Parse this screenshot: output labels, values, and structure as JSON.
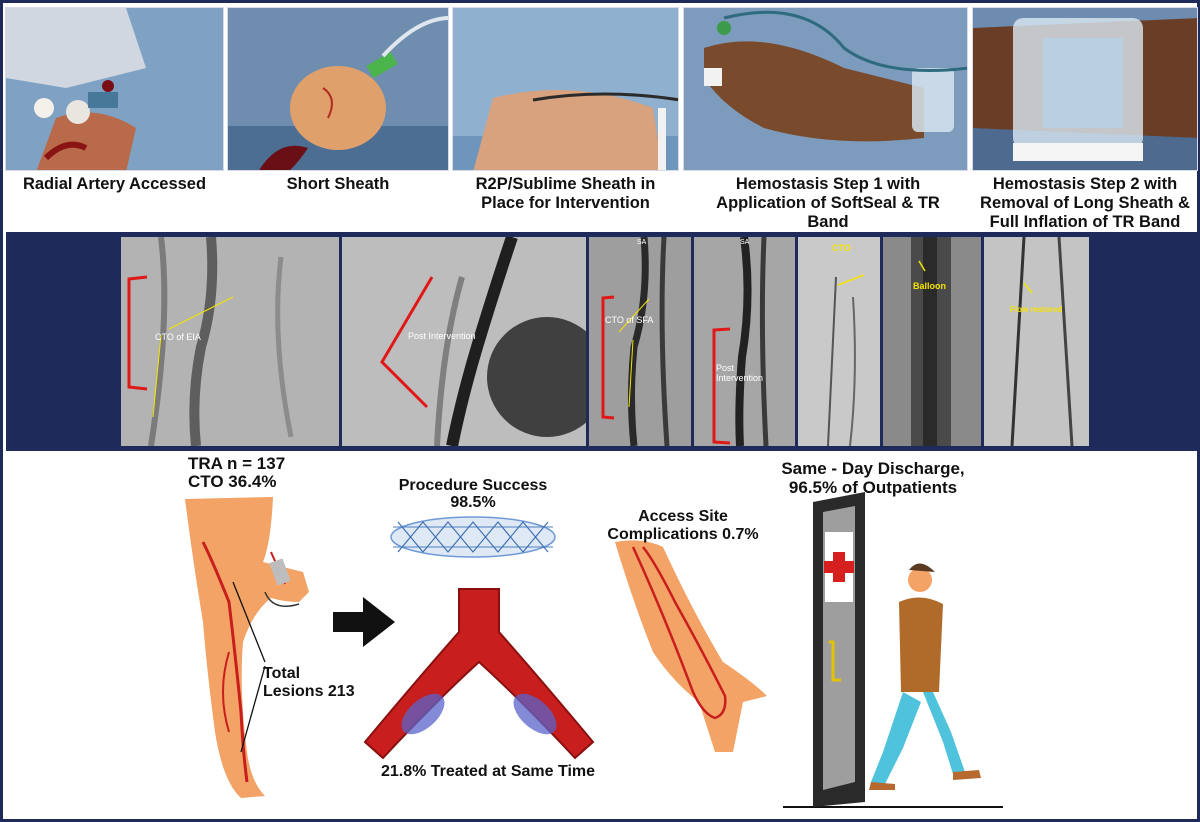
{
  "photos": [
    {
      "caption": "Radial Artery Accessed"
    },
    {
      "caption": "Short Sheath"
    },
    {
      "caption": "R2P/Sublime Sheath in Place for Intervention"
    },
    {
      "caption": "Hemostasis Step 1 with Application of SoftSeal & TR Band"
    },
    {
      "caption": "Hemostasis Step 2 with Removal of Long Sheath & Full Inflation of TR Band"
    }
  ],
  "angio": {
    "panels": [
      {
        "label": "CTO of EIA"
      },
      {
        "label": "Post Intervention"
      },
      {
        "label": "CTO of SFA",
        "corner": "SA"
      },
      {
        "label": "Post Intervention",
        "corner": "SA"
      },
      {
        "label": "CTO"
      },
      {
        "label": "Balloon"
      },
      {
        "label": "Flow restored"
      }
    ]
  },
  "summary": {
    "tra_line1": "TRA n = 137",
    "tra_line2": "CTO 36.4%",
    "lesions_line1": "Total",
    "lesions_line2": "Lesions 213",
    "success_line1": "Procedure Success",
    "success_line2": "98.5%",
    "treated": "21.8% Treated at Same Time",
    "access_line1": "Access Site",
    "access_line2": "Complications 0.7%",
    "discharge_line1": "Same - Day Discharge,",
    "discharge_line2": "96.5% of Outpatients"
  },
  "colors": {
    "navy": "#1d2a5a",
    "skin": "#f2a365",
    "artery": "#c81e1e",
    "drape": "#8fb0cf"
  }
}
